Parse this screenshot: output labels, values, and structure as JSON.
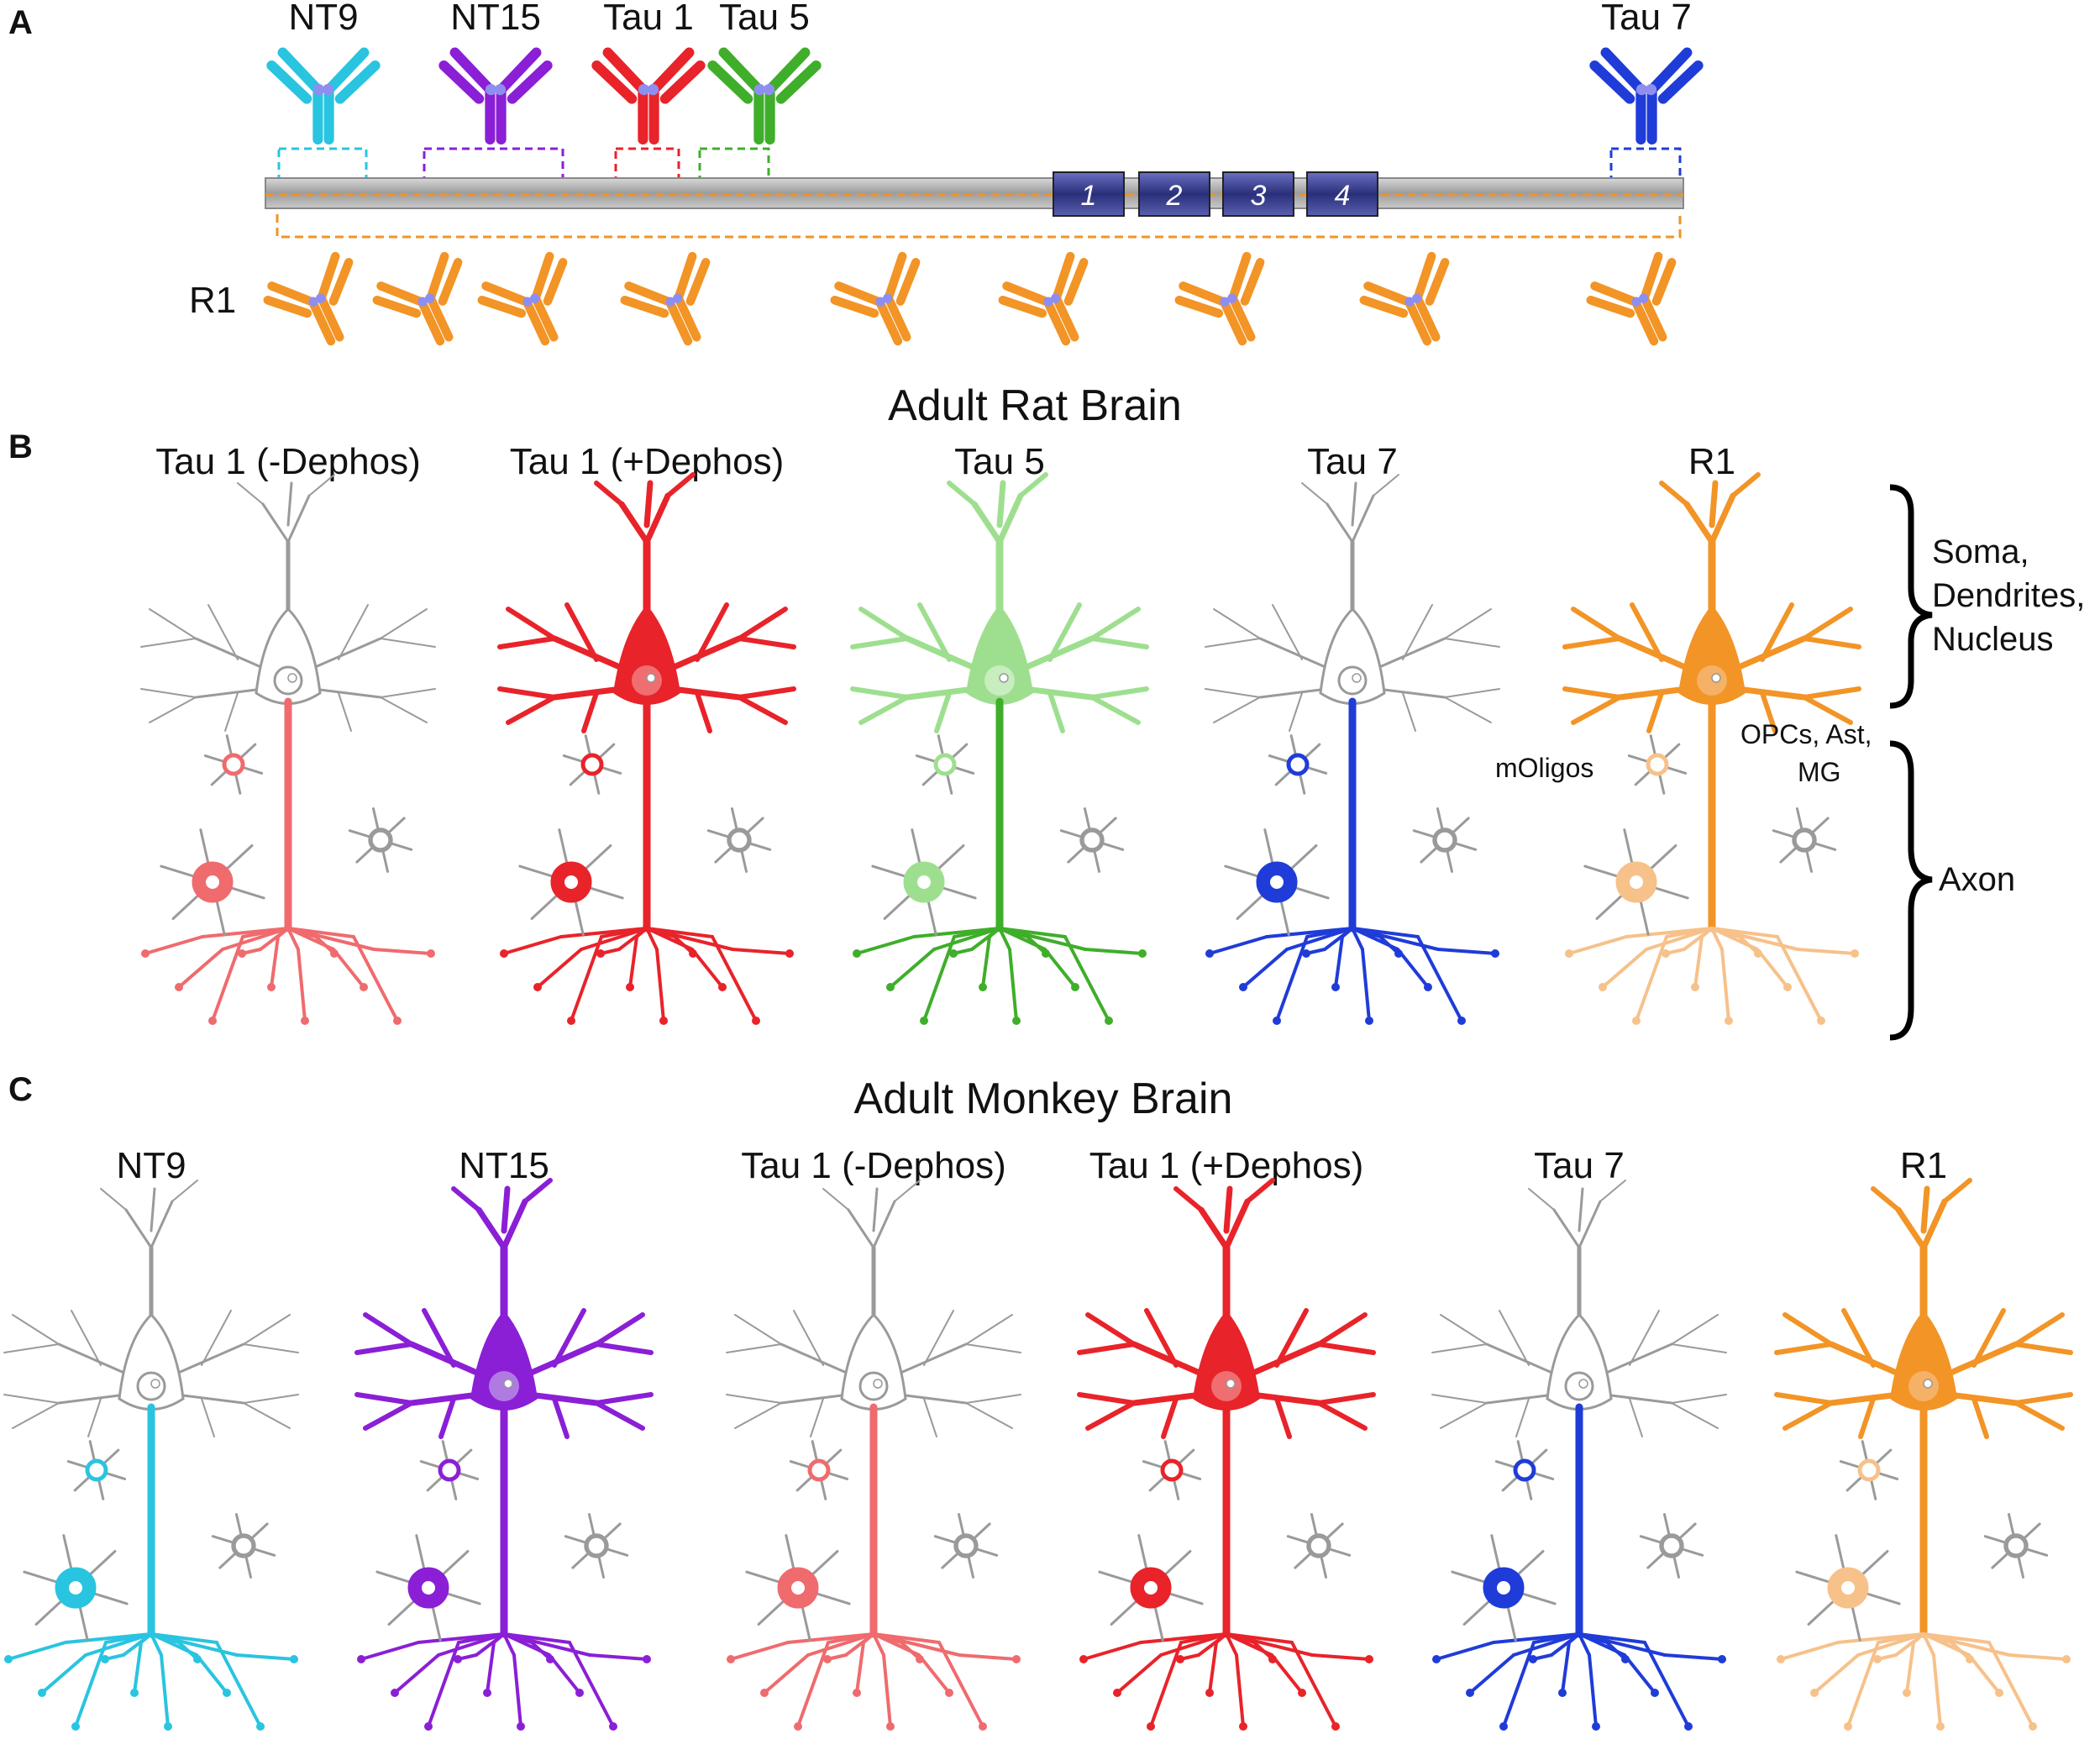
{
  "panels": {
    "a": {
      "letter": "A"
    },
    "b": {
      "letter": "B",
      "title": "Adult Rat Brain"
    },
    "c": {
      "letter": "C",
      "title": "Adult Monkey Brain"
    }
  },
  "colors": {
    "nt9": "#29c4e0",
    "nt15": "#8a1fd6",
    "tau1": "#e8232a",
    "tau1_light": "#ef6b6e",
    "tau5": "#3fae2a",
    "tau5_light": "#9edf8f",
    "tau7": "#1f3cd8",
    "r1": "#f29426",
    "r1_light": "#f7c18a",
    "outline": "#9a9a9a",
    "protein_bar": "#b9b9b9",
    "repeat_box": "#3a3f8f"
  },
  "panel_a": {
    "antibodies": [
      {
        "id": "nt9",
        "label": "NT9",
        "color_key": "nt9"
      },
      {
        "id": "nt15",
        "label": "NT15",
        "color_key": "nt15"
      },
      {
        "id": "tau1",
        "label": "Tau 1",
        "color_key": "tau1"
      },
      {
        "id": "tau5",
        "label": "Tau 5",
        "color_key": "tau5"
      },
      {
        "id": "tau7",
        "label": "Tau 7",
        "color_key": "tau7"
      }
    ],
    "repeats": [
      "1",
      "2",
      "3",
      "4"
    ],
    "r1_label": "R1",
    "r1_antibody_count": 9
  },
  "panel_b": {
    "neurons": [
      {
        "label": "Tau 1 (-Dephos)",
        "scheme": "tau1_neg"
      },
      {
        "label": "Tau 1 (+Dephos)",
        "scheme": "tau1_pos"
      },
      {
        "label": "Tau 5",
        "scheme": "tau5"
      },
      {
        "label": "Tau 7",
        "scheme": "tau7"
      },
      {
        "label": "R1",
        "scheme": "r1"
      }
    ],
    "cell_labels": {
      "moligos": "mOligos",
      "opcs": "OPCs, Ast,",
      "mg": "MG"
    },
    "brace_labels": {
      "soma": "Soma,",
      "dendrites": "Dendrites,",
      "nucleus": "Nucleus",
      "axon": "Axon"
    }
  },
  "panel_c": {
    "neurons": [
      {
        "label": "NT9",
        "scheme": "nt9"
      },
      {
        "label": "NT15",
        "scheme": "nt15"
      },
      {
        "label": "Tau 1 (-Dephos)",
        "scheme": "tau1_neg"
      },
      {
        "label": "Tau 1 (+Dephos)",
        "scheme": "tau1_pos"
      },
      {
        "label": "Tau 7",
        "scheme": "tau7"
      },
      {
        "label": "R1",
        "scheme": "r1"
      }
    ]
  }
}
